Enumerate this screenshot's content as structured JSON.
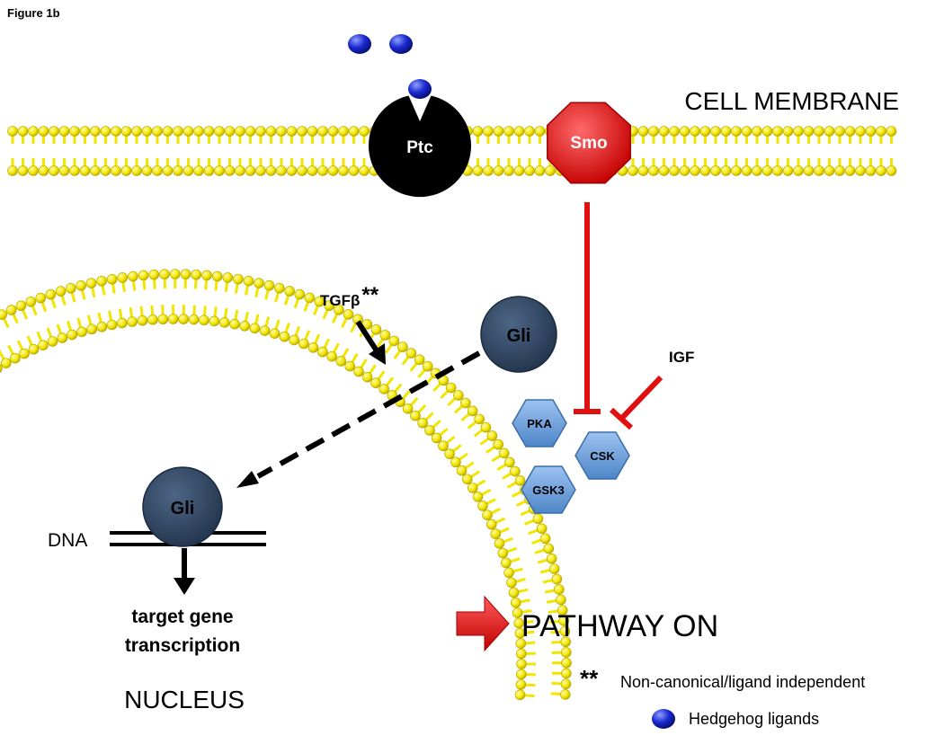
{
  "figure_label": "Figure 1b",
  "cell_membrane_label": "CELL MEMBRANE",
  "nucleus_label": "NUCLEUS",
  "ptc_label": "Ptc",
  "smo_label": "Smo",
  "gli_cytoplasm_label": "Gli",
  "gli_nucleus_label": "Gli",
  "tgfb_label": "TGFβ",
  "tgfb_marker": "**",
  "igf_label": "IGF",
  "kinases": {
    "pka": "PKA",
    "csk": "CSK",
    "gsk3": "GSK3"
  },
  "dna_label": "DNA",
  "target_gene": {
    "line1": "target gene",
    "line2": "transcription"
  },
  "pathway_status": "PATHWAY ON",
  "legend": {
    "marker": "**",
    "noncanonical": "Non-canonical/ligand independent",
    "ligands": "Hedgehog ligands"
  },
  "colors": {
    "lipid": "#f2e600",
    "lipid_edge": "#b8a800",
    "ptc": "#000000",
    "smo": "#e01010",
    "gli": "#2f4560",
    "kinase": "#6fa2de",
    "ligand": "#1a2ad0",
    "inhibition": "#e01010",
    "arrow": "#000000"
  }
}
